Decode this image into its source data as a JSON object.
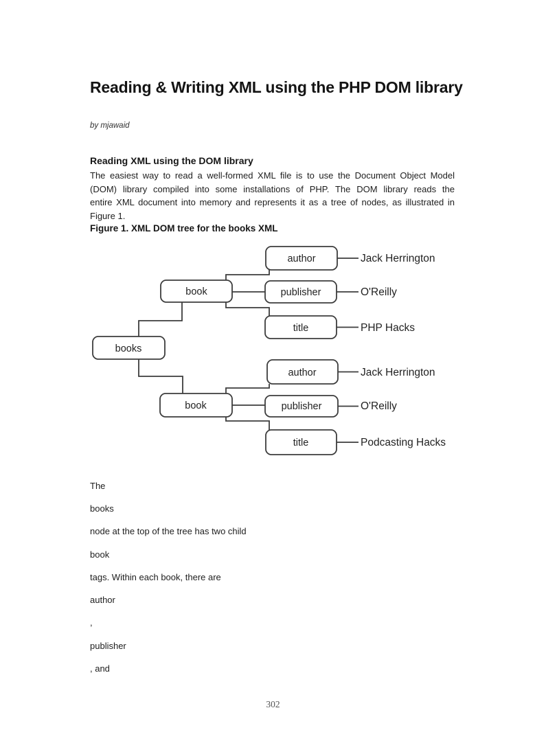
{
  "document": {
    "title": "Reading & Writing XML using the PHP DOM library",
    "byline": "by mjawaid",
    "section_heading": "Reading XML using the DOM library",
    "paragraph_lines": [
      "The easiest way to read a well-formed XML file is to use the Document Object Model",
      "(DOM) library compiled into some installations of PHP. The DOM library reads the",
      "entire XML document into memory and represents it as a tree of nodes, as illustrated in",
      "Figure 1."
    ],
    "figure_caption": "Figure 1. XML DOM tree for the books XML",
    "fragments": [
      "The",
      "books",
      "node at the top of the tree has two child",
      "book",
      "tags. Within each book, there are",
      "author",
      ",",
      "publisher",
      ", and"
    ],
    "page_number": "302"
  },
  "diagram": {
    "type": "tree",
    "box_labels": {
      "root": "books",
      "book1": "book",
      "book2": "book",
      "author1": "author",
      "publisher1": "publisher",
      "title1": "title",
      "author2": "author",
      "publisher2": "publisher",
      "title2": "title"
    },
    "leaf_values": {
      "author1": "Jack Herrington",
      "publisher1": "O'Reilly",
      "title1": "PHP Hacks",
      "author2": "Jack Herrington",
      "publisher2": "O'Reilly",
      "title2": "Podcasting Hacks"
    },
    "colors": {
      "line": "#3c3c3c",
      "box_fill": "#ffffff",
      "text": "#222222"
    }
  }
}
